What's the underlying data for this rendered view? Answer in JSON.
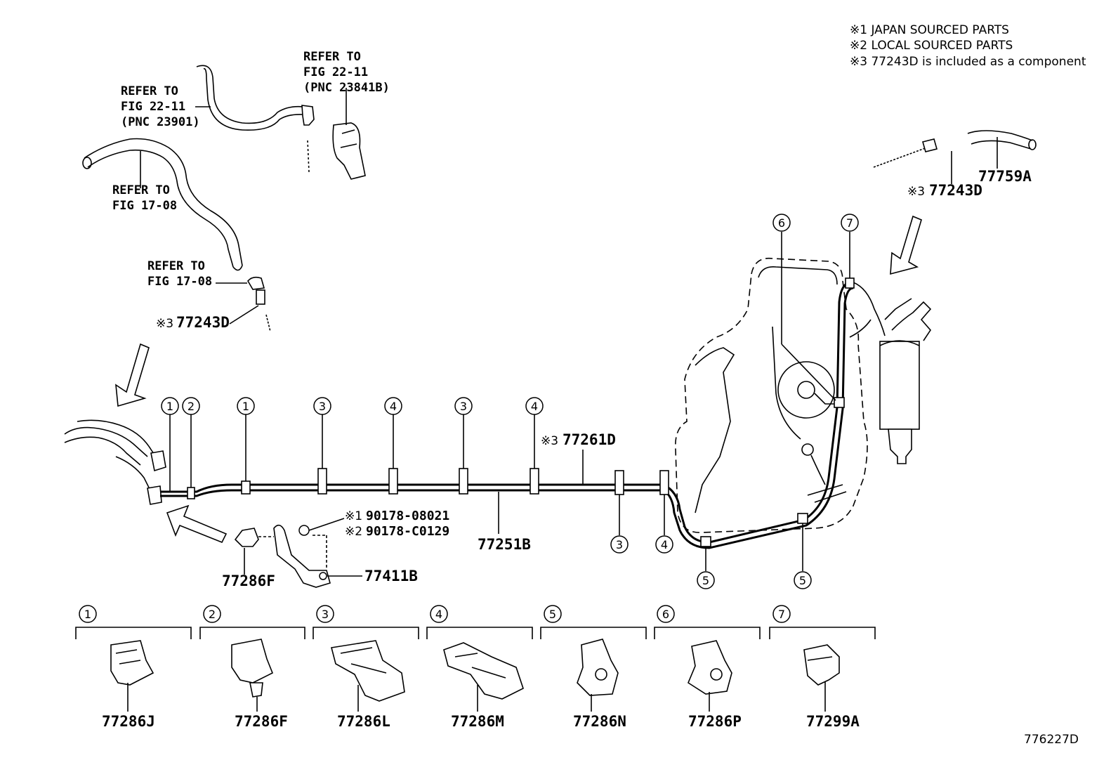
{
  "notes": [
    "※1 JAPAN SOURCED PARTS",
    "※2 LOCAL SOURCED PARTS",
    "※3 77243D is included as a component"
  ],
  "refer": {
    "r1": [
      "REFER TO",
      "FIG 22-11",
      "(PNC 23841B)"
    ],
    "r2": [
      "REFER TO",
      "FIG 22-11",
      "(PNC 23901)"
    ],
    "r3": [
      "REFER TO",
      "FIG 17-08"
    ],
    "r4": [
      "REFER TO",
      "FIG 17-08"
    ]
  },
  "parts": {
    "p77243D_left": "77243D",
    "p77243D_right": "77243D",
    "p77759A": "77759A",
    "p77261D": "77261D",
    "p77251B": "77251B",
    "p77286F": "77286F",
    "p77411B": "77411B",
    "p90178_08021": "90178-08021",
    "p90178_C0129": "90178-C0129"
  },
  "marks": {
    "m1": "※1",
    "m2": "※2",
    "m3": "※3"
  },
  "line_callouts": [
    "1",
    "2",
    "1",
    "3",
    "4",
    "3",
    "4",
    "3",
    "4",
    "5",
    "5",
    "6",
    "7"
  ],
  "legend": [
    {
      "num": "1",
      "part": "77286J"
    },
    {
      "num": "2",
      "part": "77286F"
    },
    {
      "num": "3",
      "part": "77286L"
    },
    {
      "num": "4",
      "part": "77286M"
    },
    {
      "num": "5",
      "part": "77286N"
    },
    {
      "num": "6",
      "part": "77286P"
    },
    {
      "num": "7",
      "part": "77299A"
    }
  ],
  "diagram_code": "776227D"
}
